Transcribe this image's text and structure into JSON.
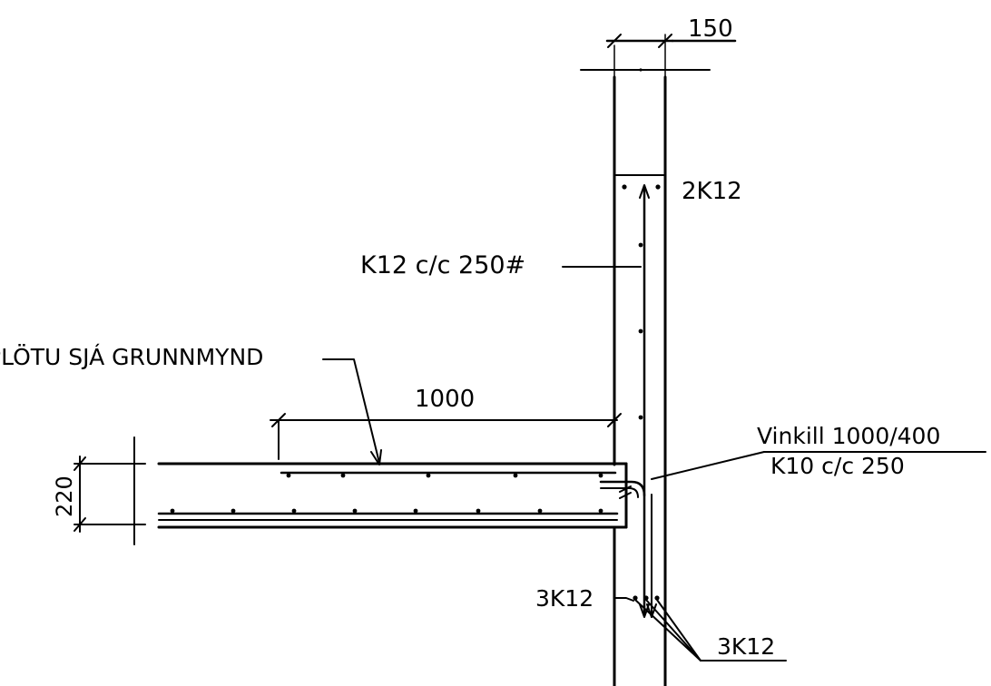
{
  "labels": {
    "wall_thickness": "150",
    "top_bars": "2K12",
    "wall_bars": "K12 c/c 250#",
    "slab_note": "PLÖTU SJÁ GRUNNMYND",
    "anchor_length": "1000",
    "slab_thickness": "220",
    "angle_bar": "Vinkill 1000/400",
    "angle_spacing": "K10 c/c 250",
    "bottom_bars_left": "3K12",
    "bottom_bars_right": "3K12"
  }
}
